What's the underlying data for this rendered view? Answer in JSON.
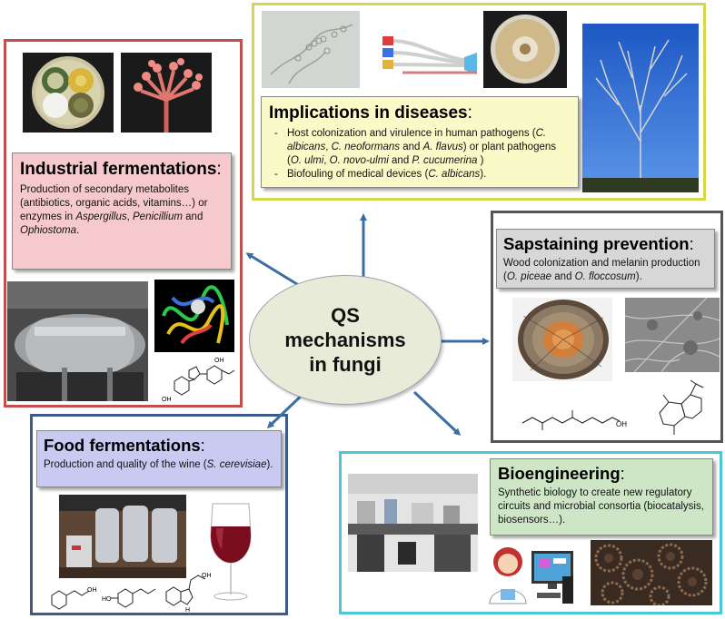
{
  "center": {
    "line1": "QS",
    "line2": "mechanisms",
    "line3": "in fungi"
  },
  "industrial": {
    "title": "Industrial fermentations",
    "colon": ":",
    "text_a": "Production  of secondary metabolites (antibiotics, organic acids, vitamins…) or enzymes in ",
    "org1": "Aspergillus",
    "sep1": ", ",
    "org2": "Penicillium",
    "sep2": " and ",
    "org3": "Ophiostoma",
    "end": "."
  },
  "diseases": {
    "title": "Implications in diseases",
    "colon": ":",
    "b1_a": "Host colonization and virulence in human pathogens (",
    "b1_o1": "C. albicans",
    "b1_s1": ", ",
    "b1_o2": "C. neoformans",
    "b1_s2": " and ",
    "b1_o3": "A. flavus",
    "b1_s3": ") or plant pathogens (",
    "b1_o4": "O. ulmi",
    "b1_s4": ", ",
    "b1_o5": "O. novo-ulmi",
    "b1_s5": " and  ",
    "b1_o6": "P. cucumerina",
    "b1_end": " )",
    "b2_a": "Biofouling of medical devices (",
    "b2_o1": "C. albicans",
    "b2_end": ")."
  },
  "sapstaining": {
    "title": "Sapstaining prevention",
    "colon": ":",
    "text_a": "Wood colonization and melanin production (",
    "org1": "O. piceae",
    "sep1": " and ",
    "org2": "O. floccosum",
    "end": ")."
  },
  "food": {
    "title": "Food fermentations",
    "colon": ":",
    "text_a": "Production and quality of the wine (",
    "org1": "S. cerevisiae",
    "end": ")."
  },
  "bio": {
    "title": "Bioengineering",
    "colon": ":",
    "text": "Synthetic biology to create new regulatory circuits and microbial consortia (biocatalysis, biosensors…)."
  },
  "chem_labels": {
    "oh": "OH",
    "oh2": "OH",
    "oh3": "OH",
    "oh4": "OH",
    "oh5": "OH",
    "h": "H"
  },
  "colors": {
    "industrial_border": "#c0504d",
    "industrial_box": "#f6c9cc",
    "diseases_border": "#d6d64a",
    "diseases_box": "#fafac8",
    "sap_border": "#555555",
    "sap_box": "#d7d7d7",
    "food_border": "#3d5a8a",
    "food_box": "#c9caf2",
    "bio_border": "#4bc8d8",
    "bio_box": "#cfe6c6",
    "arrow": "#3b6ea5",
    "ellipse": "#e9ebd9"
  }
}
